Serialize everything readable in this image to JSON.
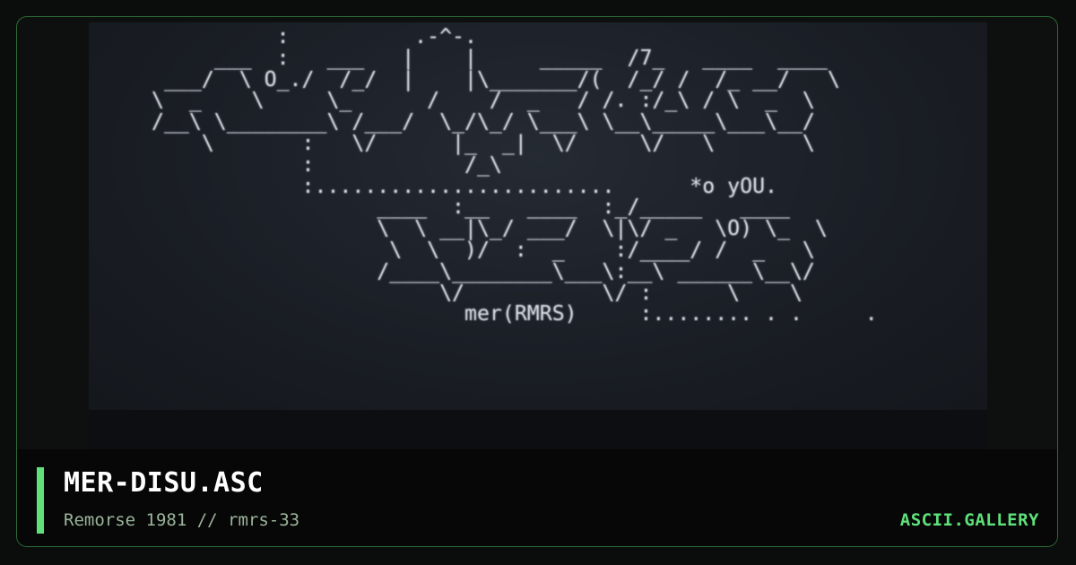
{
  "art": {
    "lines": [
      "          :          .-^-.",
      "     ___  :   ___   |    |     _____  /7_   ____  ____",
      " ___/  \\ O_./  /_/  |    |\\_______/(  /_/ /  /_ __/   \\",
      "\\  _    \\     \\_      /    /  _   / /. :/_\\ / \\  _  \\",
      "/__\\ \\________\\ /___/  \\_/\\_/ \\___\\ \\__\\_____\\___\\__/",
      "    \\       :   \\/      |_  _|  \\/     \\/   \\       \\",
      "            :            /_\\",
      "            :........................      *o yOU.",
      "                  ____  :__   ____  :_/_____   ____",
      "                  \\  \\ __|\\_/ ___/  \\|\\/ _   \\O) \\_  \\",
      "                   \\  \\  )/  :  _    :/____/ /  _   \\",
      "                  /____\\________\\___\\:__\\ ______\\__\\/",
      "                       \\/           \\/ :      \\    \\",
      "                         mer(RMRS)     :........ . .     ."
    ]
  },
  "caption": {
    "title": "MER-DISU.ASC",
    "subtitle": "Remorse 1981 // rmrs-33",
    "brand": "ASCII.GALLERY"
  },
  "colors": {
    "accent": "#5fe07a",
    "frame_border": "#2c6a36",
    "art_bg": "#1d2128",
    "art_text": "#d3d7de",
    "bar_bg": "#060706"
  }
}
